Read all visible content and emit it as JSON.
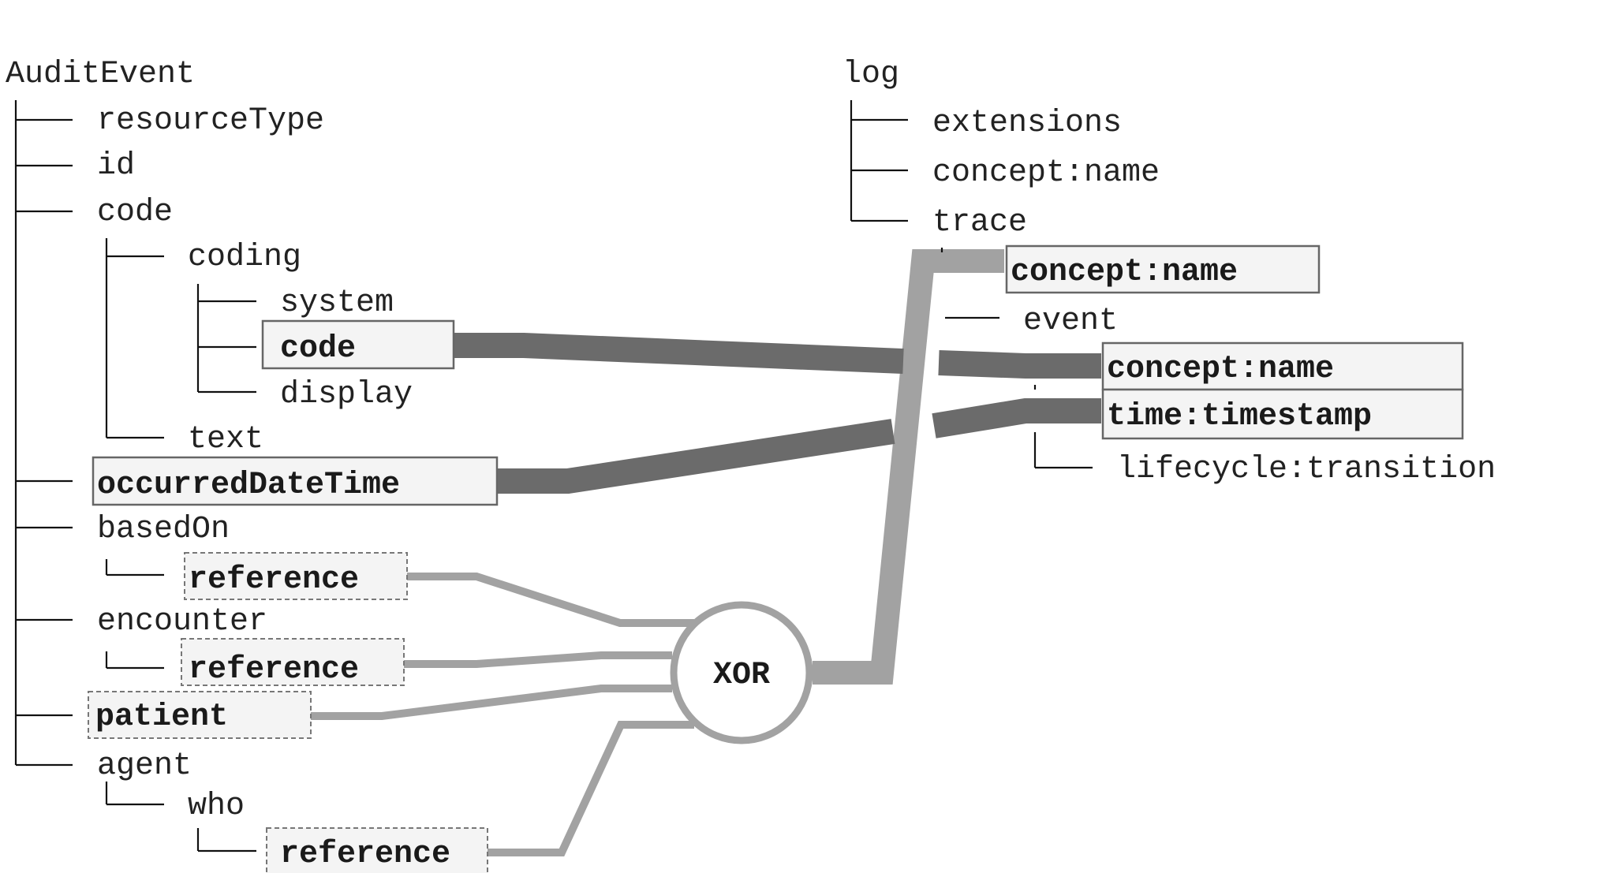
{
  "colors": {
    "dark_connector": "#6b6b6b",
    "light_connector": "#a2a2a2",
    "box_fill": "#f4f4f4"
  },
  "left_tree": {
    "root": "AuditEvent",
    "resourceType": "resourceType",
    "id": "id",
    "code": "code",
    "coding": "coding",
    "system": "system",
    "coding_code": "code",
    "display": "display",
    "text": "text",
    "occurredDateTime": "occurredDateTime",
    "basedOn": "basedOn",
    "basedOn_reference": "reference",
    "encounter": "encounter",
    "encounter_reference": "reference",
    "patient": "patient",
    "agent": "agent",
    "who": "who",
    "who_reference": "reference"
  },
  "right_tree": {
    "root": "log",
    "extensions": "extensions",
    "log_concept_name": "concept:name",
    "trace": "trace",
    "trace_concept_name": "concept:name",
    "event": "event",
    "event_concept_name": "concept:name",
    "event_timestamp": "time:timestamp",
    "lifecycle": "lifecycle:transition"
  },
  "xor_label": "XOR"
}
